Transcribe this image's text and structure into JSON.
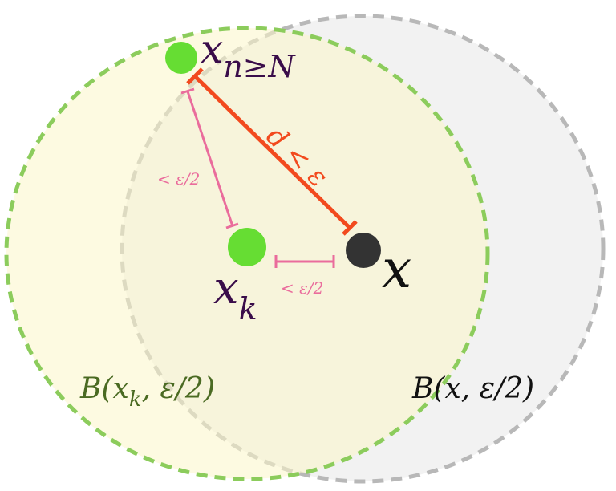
{
  "colors": {
    "green_ball_fill": "#fbf8d8",
    "green_ball_stroke": "#8ccc5c",
    "gray_ball_fill": "#e8e8e8",
    "gray_ball_stroke": "#b8b8b8",
    "green_point": "#66dd33",
    "black_point": "#333333",
    "red_line": "#f24a1e",
    "pink_line": "#ea6c9c",
    "label_purple": "#3a0d4a",
    "label_green": "#4a6a22"
  },
  "labels": {
    "x_n_main": "x",
    "x_n_sub": "n≥N",
    "distance": "d < ε",
    "half_eps_left": "< ε/2",
    "half_eps_bottom": "< ε/2",
    "x_k_main": "x",
    "x_k_sub": "k",
    "x": "x",
    "ball_xk_prefix": "B(x",
    "ball_xk_sub": "k",
    "ball_xk_suffix": ", ε/2)",
    "ball_x": "B(x, ε/2)"
  }
}
